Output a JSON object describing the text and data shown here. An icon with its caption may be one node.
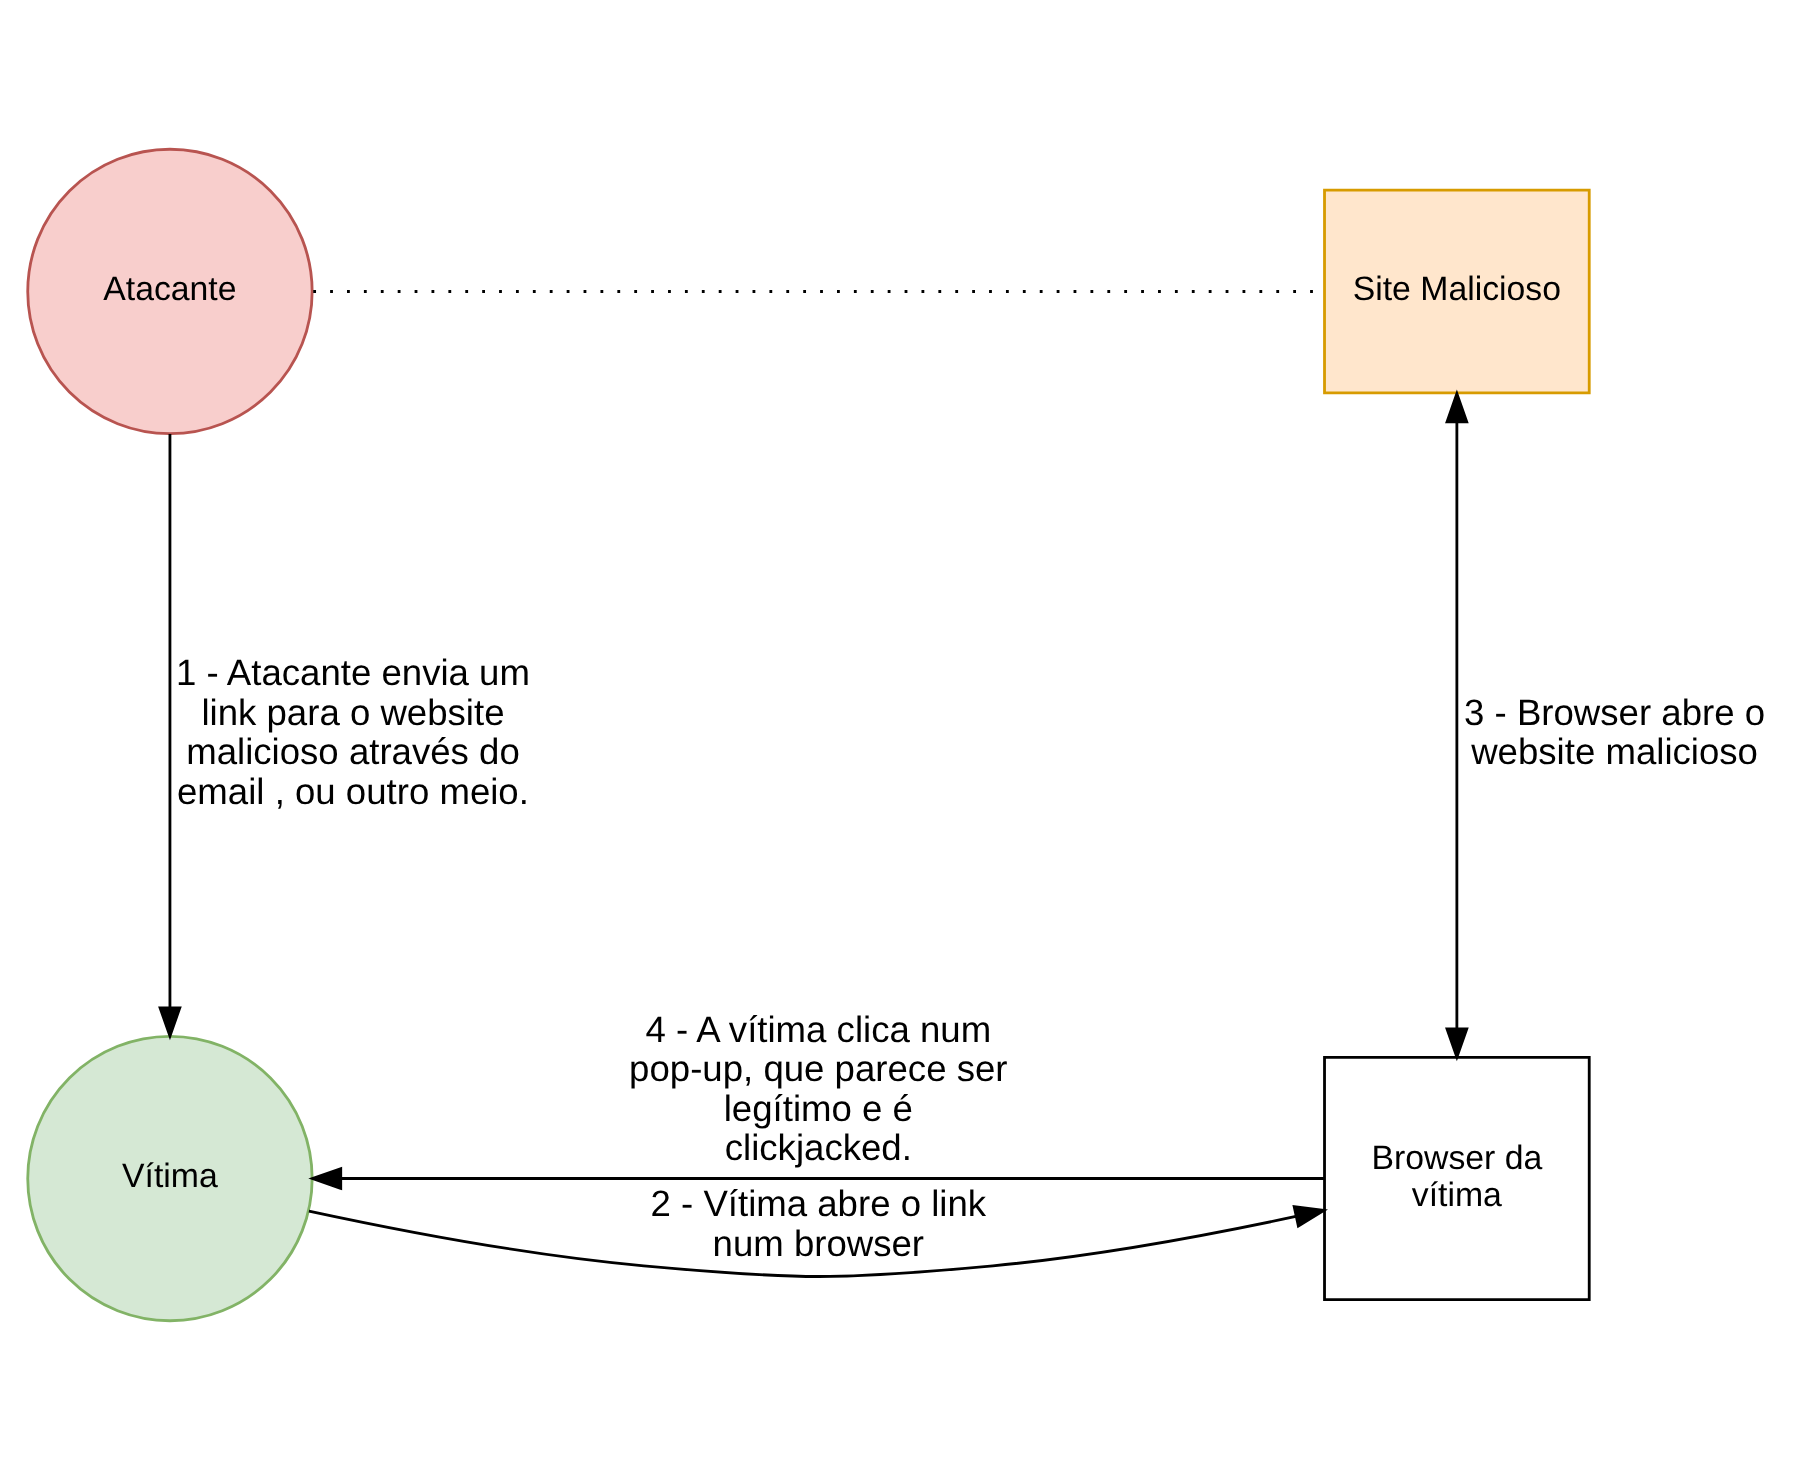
{
  "diagram": {
    "nodes": [
      {
        "text": [
          "Atacante"
        ]
      },
      {
        "text": [
          "Site Malicioso"
        ]
      },
      {
        "text": [
          "Vítima"
        ]
      },
      {
        "text": [
          "Browser da vítima"
        ]
      }
    ],
    "edges": [
      {
        "from": 0,
        "to": 1,
        "arrow": "none",
        "style": "dashed"
      },
      {
        "from": 0,
        "to": 2,
        "arrow": "to",
        "label": "1 - Atacante envia um link para o website malicioso através do email , ou outro meio."
      },
      {
        "from": 1,
        "to": 3,
        "arrow": "both",
        "label": "3 - Browser abre o website malicioso"
      },
      {
        "from": 2,
        "to": 3,
        "arrow": "to",
        "label": "2 - Vítima abre o link num browser"
      },
      {
        "from": 3,
        "to": 2,
        "arrow": "to",
        "label": "4 - A vítima clica num pop-up, que parece ser legítimo e é clickjacked."
      }
    ]
  }
}
